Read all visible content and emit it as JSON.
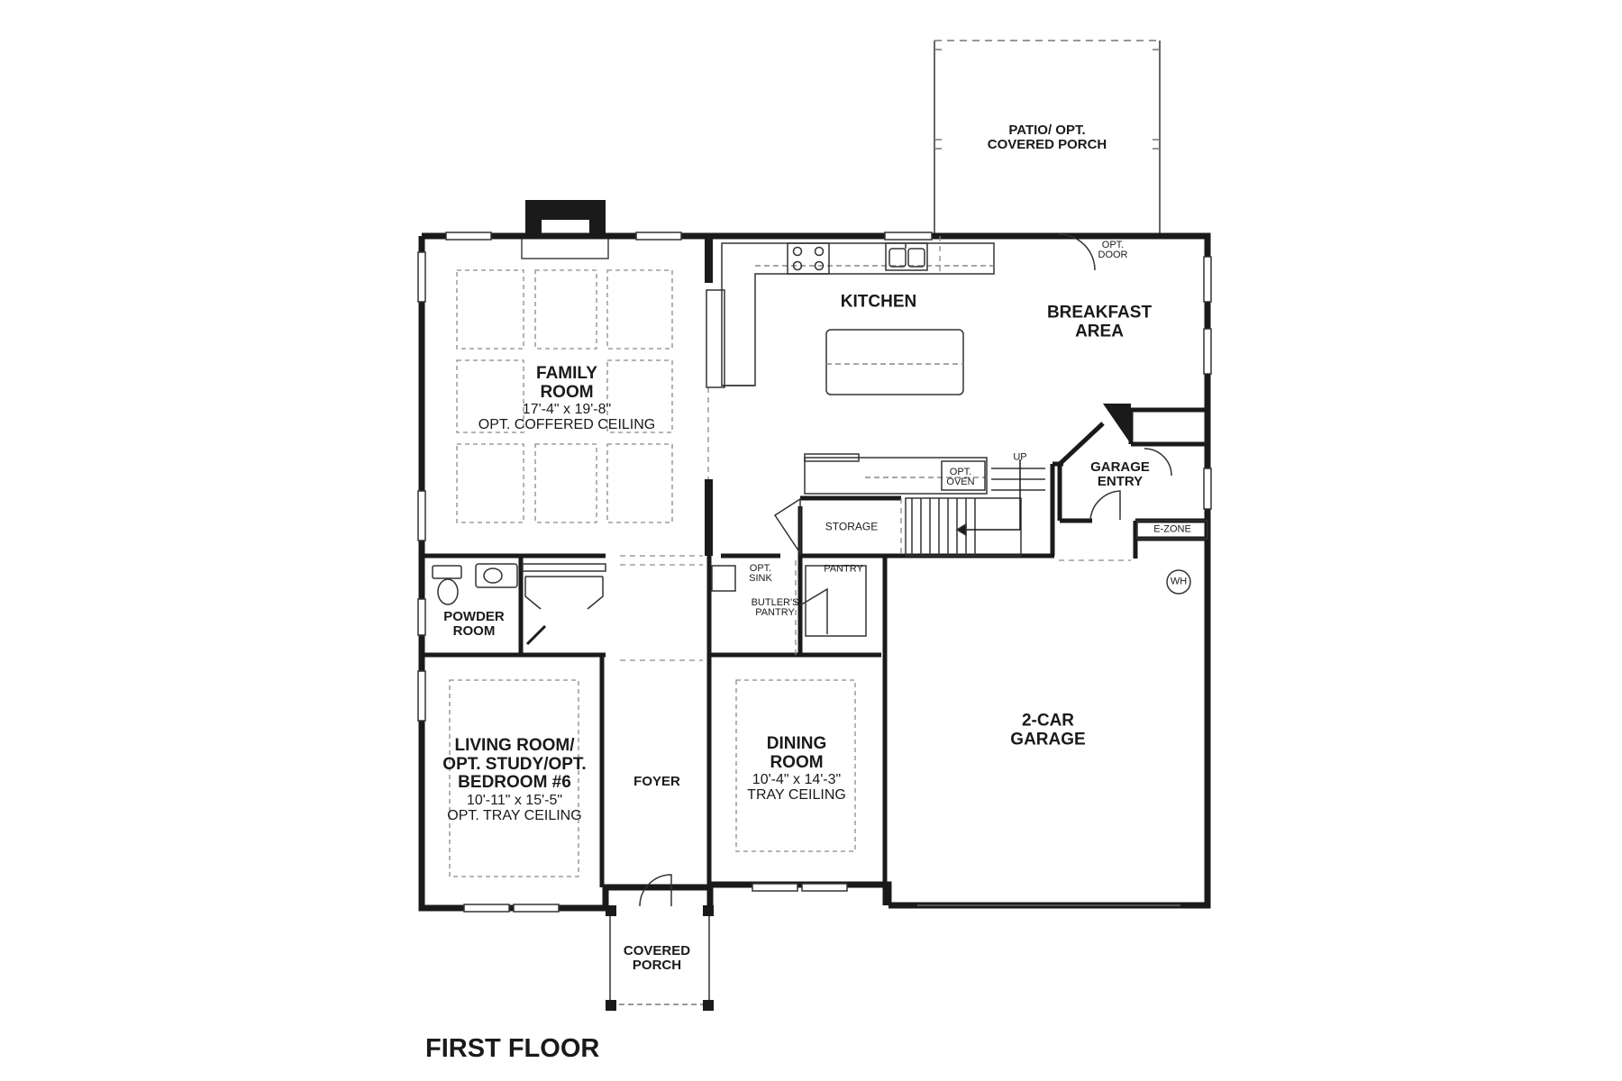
{
  "title": "FIRST FLOOR",
  "rooms": {
    "patio": {
      "name_1": "PATIO/ OPT.",
      "name_2": "COVERED PORCH"
    },
    "kitchen": {
      "name": "KITCHEN"
    },
    "breakfast": {
      "name_1": "BREAKFAST",
      "name_2": "AREA"
    },
    "family": {
      "name_1": "FAMILY",
      "name_2": "ROOM",
      "dims": "17'-4\" x 19'-8\"",
      "note": "OPT. COFFERED CEILING"
    },
    "garage_entry": {
      "name_1": "GARAGE",
      "name_2": "ENTRY"
    },
    "powder": {
      "name_1": "POWDER",
      "name_2": "ROOM"
    },
    "living": {
      "name_1": "LIVING ROOM/",
      "name_2": "OPT. STUDY/OPT.",
      "name_3": "BEDROOM #6",
      "dims": "10'-11\" x 15'-5\"",
      "note": "OPT. TRAY CEILING"
    },
    "foyer": {
      "name": "FOYER"
    },
    "dining": {
      "name_1": "DINING",
      "name_2": "ROOM",
      "dims": "10'-4\" x 14'-3\"",
      "note": "TRAY CEILING"
    },
    "garage": {
      "name_1": "2-CAR",
      "name_2": "GARAGE"
    },
    "covered_porch": {
      "name_1": "COVERED",
      "name_2": "PORCH"
    }
  },
  "callouts": {
    "opt_door_1": "OPT.",
    "opt_door_2": "DOOR",
    "opt_oven_1": "OPT.",
    "opt_oven_2": "OVEN",
    "up": "UP",
    "storage": "STORAGE",
    "pantry": "PANTRY",
    "opt_sink_1": "OPT.",
    "opt_sink_2": "SINK",
    "butlers_1": "BUTLER'S",
    "butlers_2": "PANTRY",
    "e_zone": "E-ZONE",
    "wh": "WH"
  },
  "colors": {
    "wall": "#1a1a1a",
    "dash": "#8a8a8a",
    "fixture": "#444444",
    "background": "#ffffff"
  }
}
